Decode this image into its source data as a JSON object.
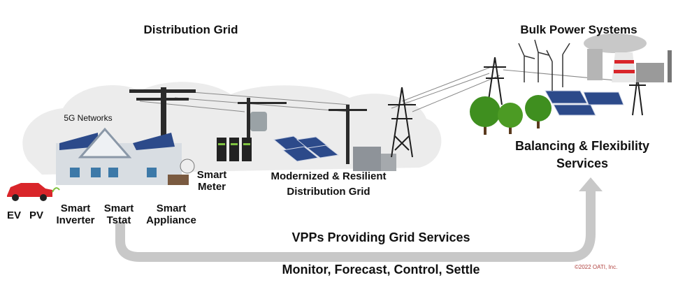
{
  "headings": {
    "distribution_grid": "Distribution Grid",
    "bulk_power": "Bulk Power Systems"
  },
  "labels": {
    "networks": "5G Networks",
    "ev": "EV",
    "pv": "PV",
    "smart_inverter": [
      "Smart",
      "Inverter"
    ],
    "smart_tstat": [
      "Smart",
      "Tstat"
    ],
    "smart_appliance": [
      "Smart",
      "Appliance"
    ],
    "smart_meter": [
      "Smart",
      "Meter"
    ],
    "modernized_grid": [
      "Modernized & Resilient",
      "Distribution Grid"
    ],
    "balancing": [
      "Balancing & Flexibility",
      "Services"
    ],
    "vpps": "VPPs Providing Grid Services",
    "monitor": "Monitor, Forecast, Control, Settle"
  },
  "copyright": "©2022 OATI, Inc.",
  "colors": {
    "arrow": "#c8c8c8",
    "cloud": "#ececec",
    "car": "#d9252a",
    "tree": "#3f8f1f",
    "panel": "#2c4a8a",
    "copyright": "#b0413e"
  }
}
